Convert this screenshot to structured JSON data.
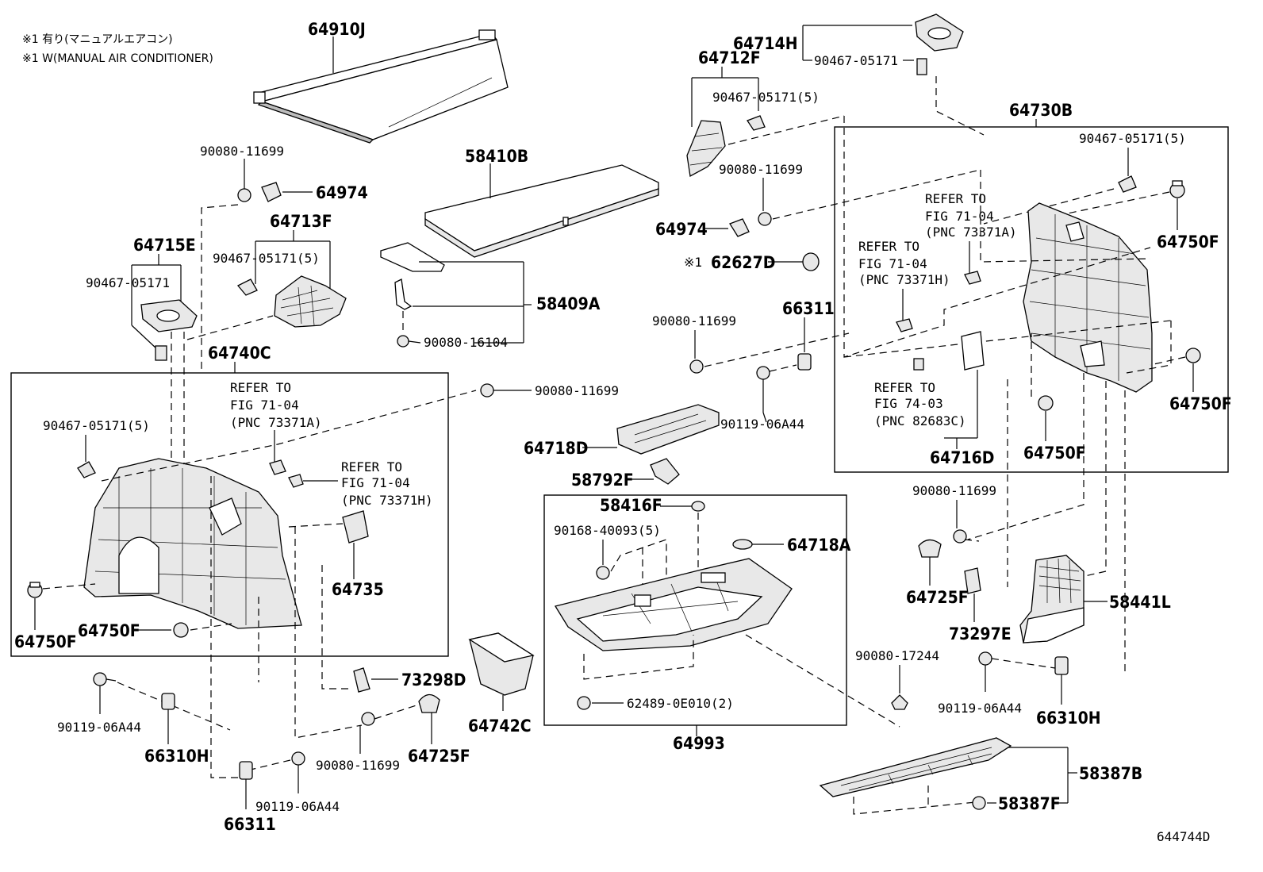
{
  "notes": {
    "line1": "※1 有り(マニュアルエアコン)",
    "line2": "※1 W(MANUAL AIR CONDITIONER)"
  },
  "diagram_id": "644744D",
  "parts": {
    "p64910J": "64910J",
    "p58410B": "58410B",
    "p58409A": "58409A",
    "p90080_16104": "90080-16104",
    "p90080_11699_a": "90080-11699",
    "p64974_a": "64974",
    "p64713F": "64713F",
    "p90467_05171_5_a": "90467-05171(5)",
    "p64715E": "64715E",
    "p90467_05171_a": "90467-05171",
    "p64740C": "64740C",
    "p90467_05171_5_b": "90467-05171(5)",
    "p90080_11699_b": "90080-11699",
    "p64735": "64735",
    "p64750F_a": "64750F",
    "p64750F_b": "64750F",
    "p90119_06A44_a": "90119-06A44",
    "p66310H_a": "66310H",
    "p73298D": "73298D",
    "p90080_11699_c": "90080-11699",
    "p64725F_a": "64725F",
    "p90119_06A44_b": "90119-06A44",
    "p66311_a": "66311",
    "p64742C": "64742C",
    "p64714H": "64714H",
    "p90467_05171_b": "90467-05171",
    "p64712F": "64712F",
    "p90467_05171_5_c": "90467-05171(5)",
    "p90080_11699_d": "90080-11699",
    "p64974_b": "64974",
    "p62627D": "62627D",
    "p62627D_mark": "※1",
    "p90080_11699_e": "90080-11699",
    "p66311_b": "66311",
    "p90119_06A44_c": "90119-06A44",
    "p64718D": "64718D",
    "p58792F": "58792F",
    "p58416F": "58416F",
    "p90168_40093_5": "90168-40093(5)",
    "p64718A": "64718A",
    "p62489_0E010_2": "62489-0E010(2)",
    "p64993": "64993",
    "p64730B": "64730B",
    "p90467_05171_5_d": "90467-05171(5)",
    "p64750F_c": "64750F",
    "p64750F_d": "64750F",
    "p64750F_e": "64750F",
    "p64716D": "64716D",
    "p90080_11699_f": "90080-11699",
    "p64725F_b": "64725F",
    "p73297E": "73297E",
    "p58441L": "58441L",
    "p90080_17244": "90080-17244",
    "p90119_06A44_d": "90119-06A44",
    "p66310H_b": "66310H",
    "p58387B": "58387B",
    "p58387F": "58387F"
  },
  "refs": {
    "r1": [
      "REFER TO",
      "FIG 71-04",
      "(PNC 73371A)"
    ],
    "r2": [
      "REFER TO",
      "FIG 71-04",
      "(PNC 73371H)"
    ],
    "r3": [
      "REFER TO",
      "FIG 71-04",
      "(PNC 73371A)"
    ],
    "r4": [
      "REFER TO",
      "FIG 71-04",
      "(PNC 73371H)"
    ],
    "r5": [
      "REFER TO",
      "FIG 74-03",
      "(PNC 82683C)"
    ]
  }
}
